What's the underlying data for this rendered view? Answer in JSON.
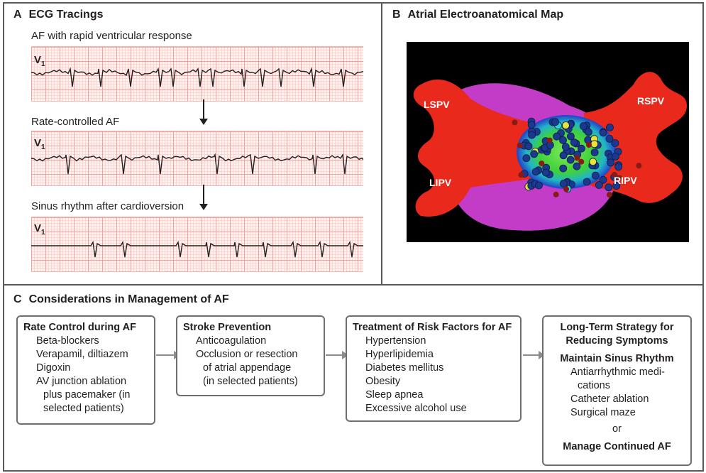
{
  "panel_a": {
    "letter": "A",
    "title": "ECG Tracings",
    "lead_name": "V",
    "lead_sub": "1",
    "tracings": [
      {
        "label": "AF with rapid ventricular response"
      },
      {
        "label": "Rate-controlled AF"
      },
      {
        "label": "Sinus rhythm after cardioversion"
      }
    ]
  },
  "panel_b": {
    "letter": "B",
    "title": "Atrial Electroanatomical Map",
    "labels": {
      "lspv": "LSPV",
      "lipv": "LIPV",
      "rspv": "RSPV",
      "ripv": "RIPV"
    }
  },
  "panel_c": {
    "letter": "C",
    "title": "Considerations in Management of AF",
    "box1": {
      "heading": "Rate Control during AF",
      "items": [
        "Beta-blockers",
        "Verapamil, diltiazem",
        "Digoxin",
        "AV junction ablation"
      ],
      "item_cont": [
        "plus pacemaker (in",
        "selected patients)"
      ]
    },
    "box2": {
      "heading": "Stroke Prevention",
      "items": [
        "Anticoagulation",
        "Occlusion or resection"
      ],
      "item_cont": [
        "of atrial appendage",
        "(in selected patients)"
      ]
    },
    "box3": {
      "heading": "Treatment of Risk Factors for AF",
      "items": [
        "Hypertension",
        "Hyperlipidemia",
        "Diabetes mellitus",
        "Obesity",
        "Sleep apnea",
        "Excessive alcohol use"
      ]
    },
    "box4": {
      "heading_line1": "Long-Term Strategy for",
      "heading_line2": "Reducing Symptoms",
      "sub1": "Maintain Sinus Rhythm",
      "items": [
        "Antiarrhythmic medi-",
        "cations",
        "Catheter ablation",
        "Surgical maze"
      ],
      "or": "or",
      "sub2": "Manage Continued AF"
    }
  },
  "colors": {
    "grid_major": "#f3a29c",
    "grid_minor": "#fbd5d1",
    "trace": "#231f20",
    "border": "#58595b",
    "map_red": "#e8291c",
    "map_magenta": "#c33cc8",
    "map_green": "#3fd23a",
    "map_dot": "#1b3a8f"
  }
}
